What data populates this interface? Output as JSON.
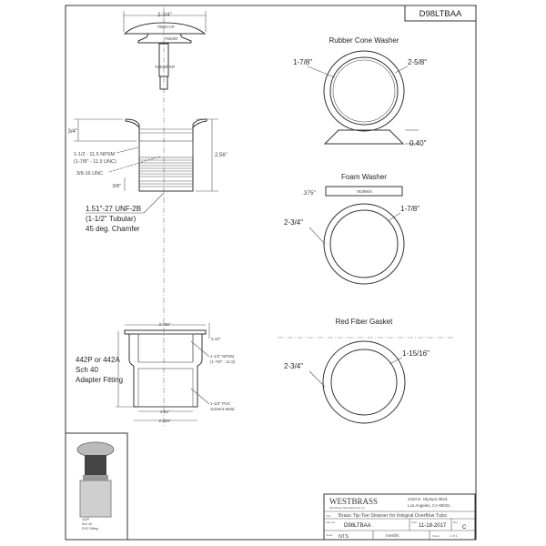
{
  "drawing_number": "D98LTBAA",
  "strainer": {
    "cap_width": "2-3/4\"",
    "cap_part": "7982CAP",
    "washer_part": "7933W",
    "stem_part": "7133BRKR",
    "flange_height": "3/4\"",
    "overall_height": "2.56\"",
    "thread_main": "1-1/2 - 11.5 NPSM",
    "thread_alt": "(1-7/8\" - 11.5 UNC)",
    "thread_stem": "3/8-16 UNC",
    "bottom_height": "3/8\"",
    "thread_bottom": "1.51\"-27 UNF-2B",
    "thread_bottom_note": "(1-1/2\" Tubular)",
    "chamfer": "45 deg. Chamfer"
  },
  "rubber_cone_washer": {
    "title": "Rubber Cone Washer",
    "inner": "1-7/8\"",
    "outer": "2-5/8\"",
    "thickness": "0.40\""
  },
  "foam_washer": {
    "title": "Foam Washer",
    "thickness": ".375\"",
    "part": "7928WN",
    "outer": "2-3/4\"",
    "inner": "1-7/8\""
  },
  "red_fiber_gasket": {
    "title": "Red Fiber Gasket",
    "outer": "2-3/4\"",
    "inner": "1-15/16\""
  },
  "adapter": {
    "label_1": "442P or 442A",
    "label_2": "Sch 40",
    "label_3": "Adapter Fitting",
    "top_width": "2.799\"",
    "flange": "0.10\"",
    "thread_1": "1-1/2\" NPSM",
    "thread_2": "(1-7/8\" - 11.5)",
    "socket_1": "1-1/2\" PVC",
    "socket_2": "Solvent Weld",
    "inner_width": "1.91\"",
    "outer_width": "2.225\""
  },
  "photo": {
    "label_1": "442P",
    "label_2": "Sch 40",
    "label_3": "PVC Fitting"
  },
  "title_block": {
    "company": "WESTBRASS",
    "company_sub": "Westbrass Manufacturing Inc.",
    "address_1": "2420 E. Olympic Blvd.",
    "address_2": "Los Angeles, CA 90021",
    "title_label": "Title",
    "title": "Brass Tip-Toe Strainer for Integral Overflow Tubs",
    "part_label": "Part No.",
    "part": "D98LTBAA",
    "date_label": "Date",
    "date": "11-18-2017",
    "rev_label": "Rev",
    "rev": "C",
    "scale_label": "Scale",
    "scale": "NTS",
    "drawn": "mnshfs",
    "sheet_label": "Sheet",
    "sheet": "1 of 1"
  }
}
